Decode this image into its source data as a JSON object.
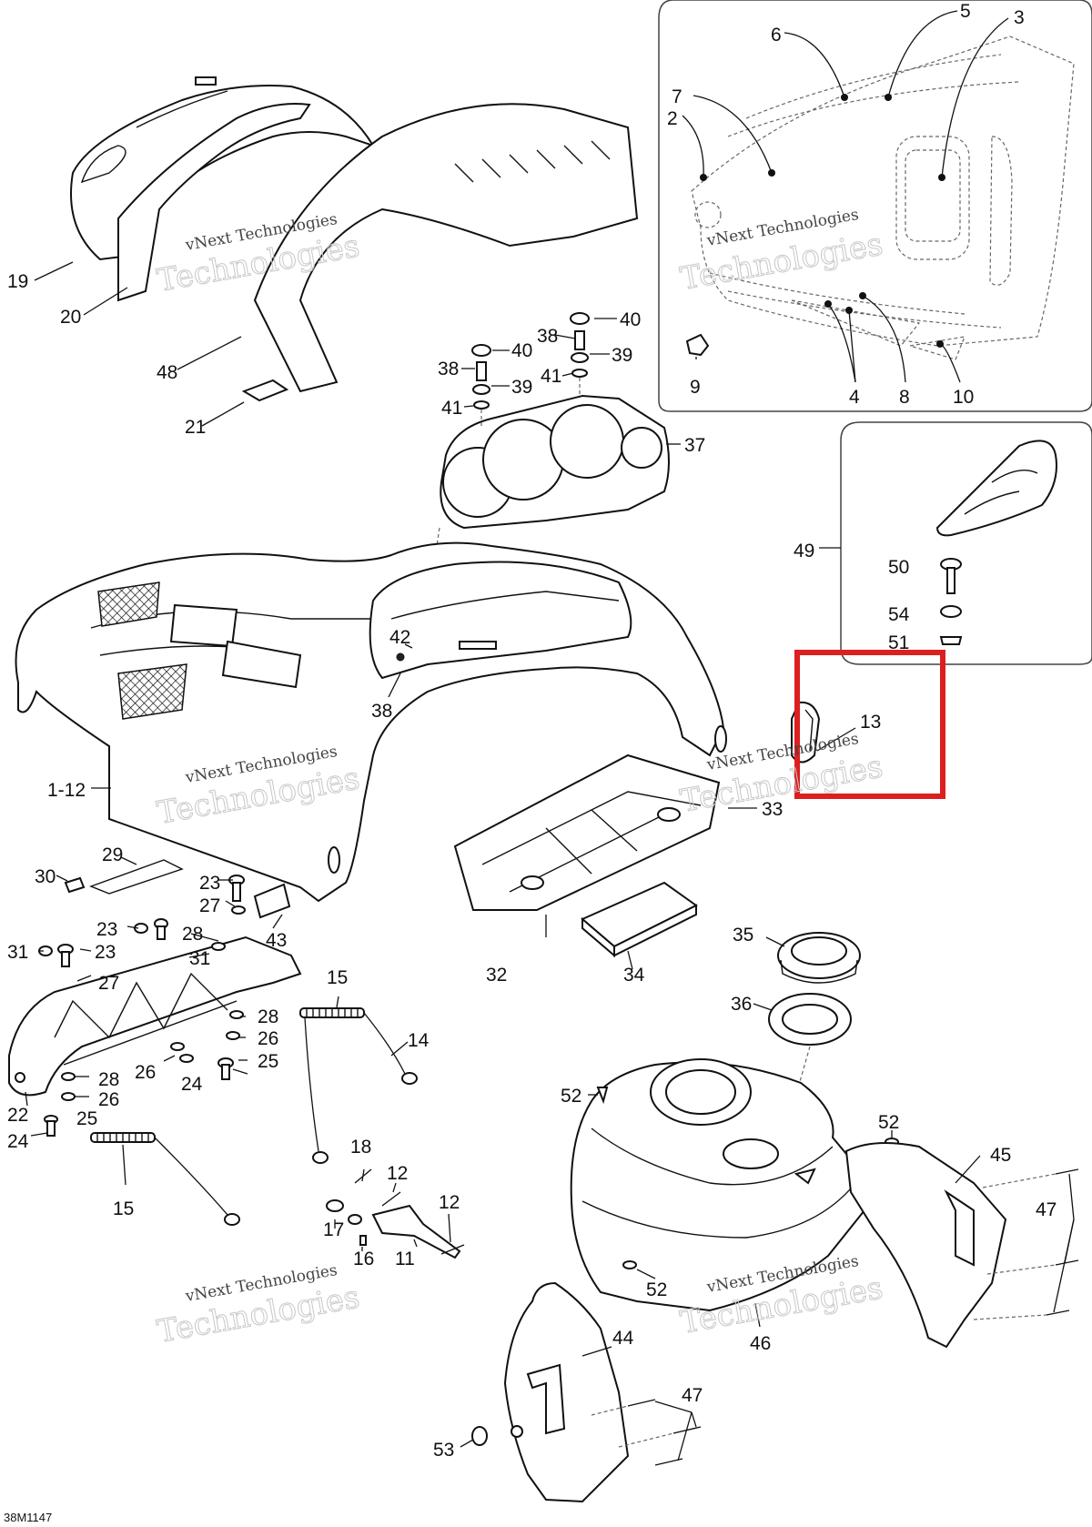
{
  "diagram_code": "38M1147",
  "watermark": {
    "line1": "vNext Technologies",
    "line2": "Technologies"
  },
  "highlight_color": "#dc1f1f",
  "callouts": {
    "c19": "19",
    "c20": "20",
    "c48": "48",
    "c21": "21",
    "c6": "6",
    "c5": "5",
    "c3": "3",
    "c7": "7",
    "c2": "2",
    "c9": "9",
    "c4": "4",
    "c8": "8",
    "c10": "10",
    "c40a": "40",
    "c38a": "38",
    "c39a": "39",
    "c41a": "41",
    "c40b": "40",
    "c38b": "38",
    "c39b": "39",
    "c41b": "41",
    "c37": "37",
    "c49": "49",
    "c50": "50",
    "c54": "54",
    "c51": "51",
    "c42": "42",
    "c38c": "38",
    "c1_12": "1-12",
    "c13": "13",
    "c33": "33",
    "c29": "29",
    "c30": "30",
    "c23a": "23",
    "c27a": "27",
    "c43": "43",
    "c23b": "23",
    "c28a": "28",
    "c31a": "31",
    "c23c": "23",
    "c31b": "31",
    "c27b": "27",
    "c32": "32",
    "c34": "34",
    "c35": "35",
    "c36": "36",
    "c15a": "15",
    "c14": "14",
    "c28b": "28",
    "c26a": "26",
    "c25a": "25",
    "c26b": "26",
    "c24a": "24",
    "c28c": "28",
    "c26c": "26",
    "c22": "22",
    "c25b": "25",
    "c24b": "24",
    "c15b": "15",
    "c18": "18",
    "c12a": "12",
    "c12b": "12",
    "c17": "17",
    "c16": "16",
    "c11": "11",
    "c52a": "52",
    "c52b": "52",
    "c45": "45",
    "c47a": "47",
    "c52c": "52",
    "c46": "46",
    "c44": "44",
    "c47b": "47",
    "c53": "53"
  }
}
